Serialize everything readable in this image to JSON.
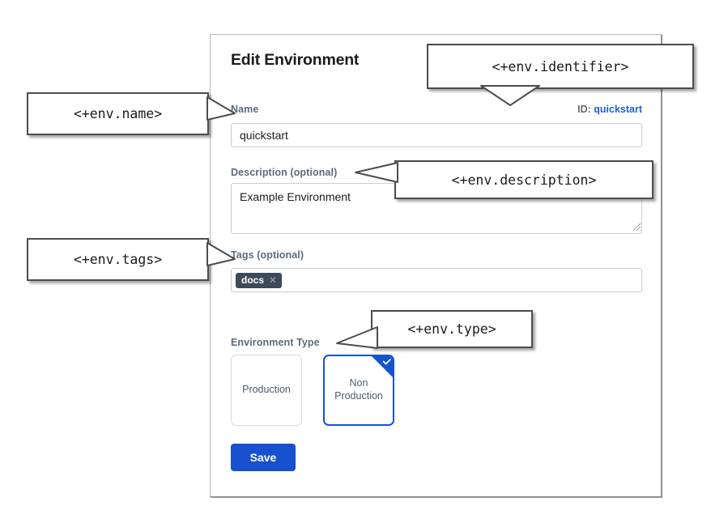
{
  "dialog": {
    "title": "Edit Environment",
    "name": {
      "label": "Name",
      "value": "quickstart"
    },
    "identifier": {
      "prefix": "ID:",
      "value": "quickstart"
    },
    "description": {
      "label": "Description (optional)",
      "value": "Example Environment"
    },
    "tags": {
      "label": "Tags (optional)",
      "chips": [
        {
          "label": "docs",
          "remove_icon": "close-icon"
        }
      ]
    },
    "environment_type": {
      "label": "Environment Type",
      "options": [
        {
          "label": "Production",
          "selected": false
        },
        {
          "label": "Non Production",
          "line1": "Non",
          "line2": "Production",
          "selected": true
        }
      ],
      "selected_check_icon": "check-icon"
    },
    "save_button": "Save"
  },
  "callouts": {
    "name": "<+env.name>",
    "identifier": "<+env.identifier>",
    "description": "<+env.description>",
    "tags": "<+env.tags>",
    "type": "<+env.type>"
  },
  "colors": {
    "accent_blue": "#1751cd",
    "link_blue": "#1a62d6",
    "label_slate": "#5c6b7c",
    "tag_chip_bg": "#3c4a5a",
    "callout_border": "#4c4c4c"
  }
}
